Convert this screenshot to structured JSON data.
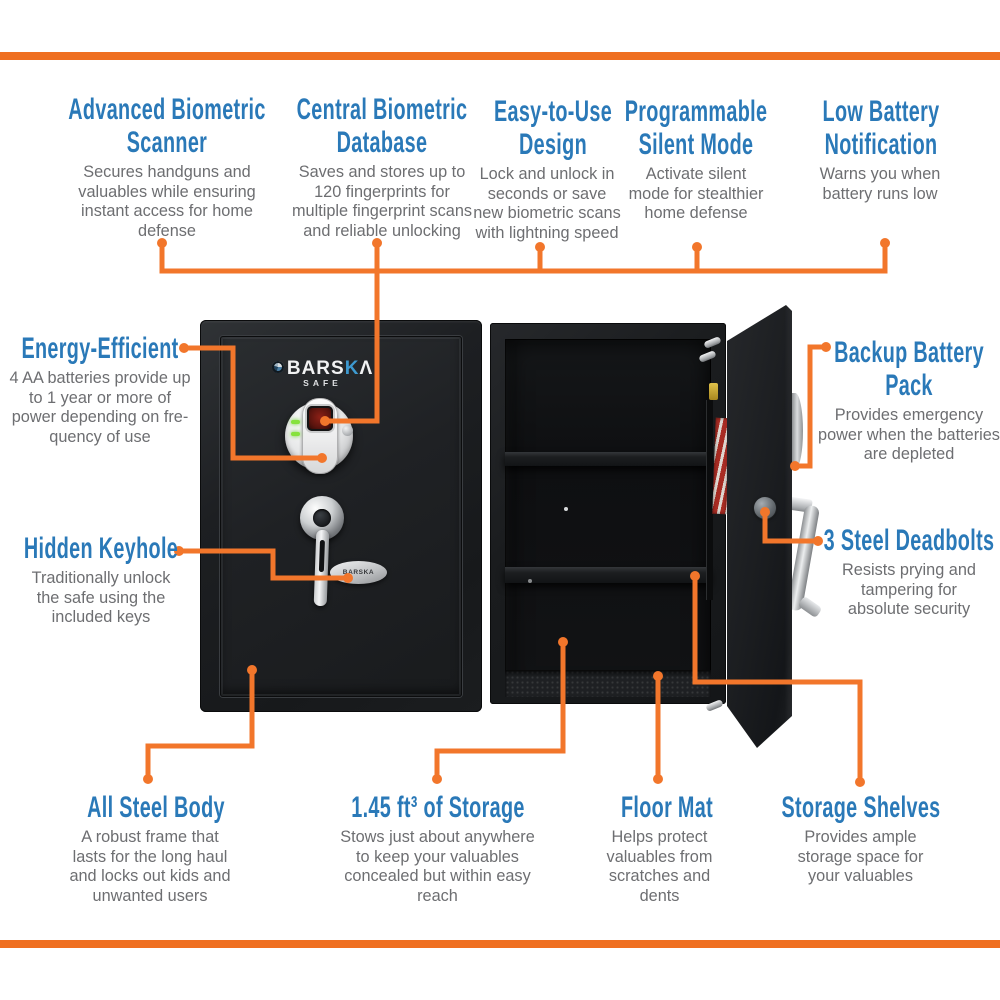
{
  "colors": {
    "accent_orange": "#EF6F21",
    "connector_orange": "#F2762B",
    "heading_blue": "#2A79B8",
    "body_gray": "#6D6E71"
  },
  "top_features": [
    {
      "title": "Advanced Biometric\nScanner",
      "description": "Secures handguns and\nvaluables while ensuring\ninstant access for home\ndefense"
    },
    {
      "title": "Central Biometric\nDatabase",
      "description": "Saves and stores up to\n120 fingerprints for\nmultiple fingerprint scans\nand reliable unlocking"
    },
    {
      "title": "Easy-to-Use\nDesign",
      "description": "Lock and unlock in\nseconds or save\nnew biometric scans\nwith lightning speed"
    },
    {
      "title": "Programmable\nSilent Mode",
      "description": "Activate silent\nmode for stealthier\nhome defense"
    },
    {
      "title": "Low Battery\nNotification",
      "description": "Warns you when\nbattery runs low"
    }
  ],
  "left_features": [
    {
      "title": "Energy-Efficient",
      "description": "4 AA batteries provide up\nto 1 year or more of\npower depending on fre-\nquency of use"
    },
    {
      "title": "Hidden Keyhole",
      "description": "Traditionally unlock\nthe safe using the\nincluded keys"
    }
  ],
  "right_features": [
    {
      "title": "Backup Battery\nPack",
      "description": "Provides emergency\npower when the batteries\nare depleted"
    },
    {
      "title": "3 Steel Deadbolts",
      "description": "Resists prying and\ntampering for\nabsolute security"
    }
  ],
  "bottom_features": [
    {
      "title": "All Steel Body",
      "description": "A robust frame that\nlasts for the long haul\nand locks out kids and\nunwanted users"
    },
    {
      "title": "1.45 ft³ of Storage",
      "description": "Stows just about anywhere\nto keep your valuables\nconcealed but within easy\nreach"
    },
    {
      "title": "Floor Mat",
      "description": "Helps protect\nvaluables from\nscratches and\ndents"
    },
    {
      "title": "Storage Shelves",
      "description": "Provides ample\nstorage space for\nyour valuables"
    }
  ],
  "safe": {
    "logo_p1": "BARS",
    "logo_p2": "K",
    "logo_p3": "Λ",
    "logo_sub": "SAFE",
    "plate_text": "BARSKA"
  }
}
